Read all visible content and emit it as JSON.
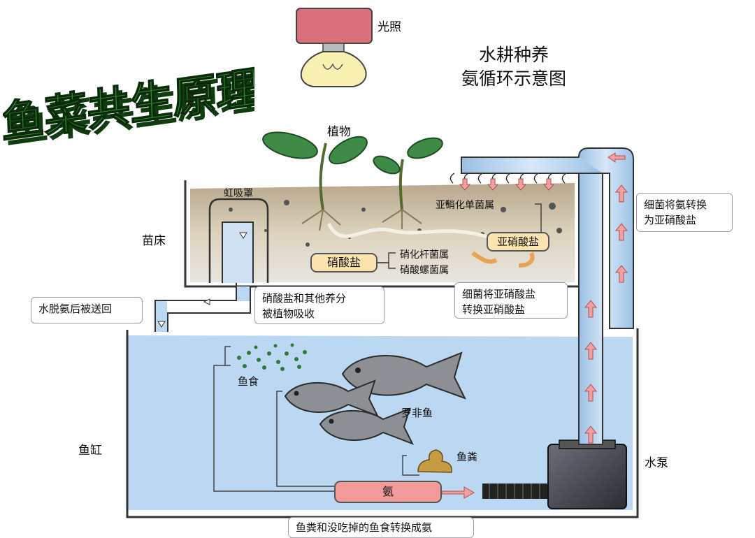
{
  "title_art": "鱼菜共生原理图",
  "main_title": [
    "水耕种养",
    "氨循环示意图"
  ],
  "labels": {
    "light": "光照",
    "plant": "植物",
    "siphon": "虹吸罩",
    "grow_bed": "苗床",
    "fish_tank": "鱼缸",
    "pump": "水泵",
    "fish_food": "鱼食",
    "tilapia": "罗非鱼",
    "fish_waste": "鱼粪",
    "nitrosomonas": "亚硝化单菌属",
    "nitrobacter": "硝化杆菌属",
    "nitrospira": "硝酸螺菌属"
  },
  "chips": {
    "nitrate": "硝酸盐",
    "nitrite": "亚硝酸盐",
    "ammonia": "氨"
  },
  "callouts": {
    "bacteria_ammonia": [
      "细菌将氨转换",
      "为亚硝酸盐"
    ],
    "bacteria_nitrite": [
      "细菌将亚硝酸盐",
      "转换亚硝酸盐"
    ],
    "nutrients_absorbed": [
      "硝酸盐和其他养分",
      "被植物吸收"
    ],
    "water_returned": "水脱氨后被送回",
    "waste_to_ammonia": "鱼粪和没吃掉的鱼食转换成氨"
  },
  "colors": {
    "title_green": "#1f6b1f",
    "water": "#bcd7f2",
    "soil": "#d8cdb8",
    "chip_yellow": "#fbe4b0",
    "chip_red": "#f39a9a",
    "bulb": "#d96f7a",
    "arrow": "#f0a0a0"
  }
}
